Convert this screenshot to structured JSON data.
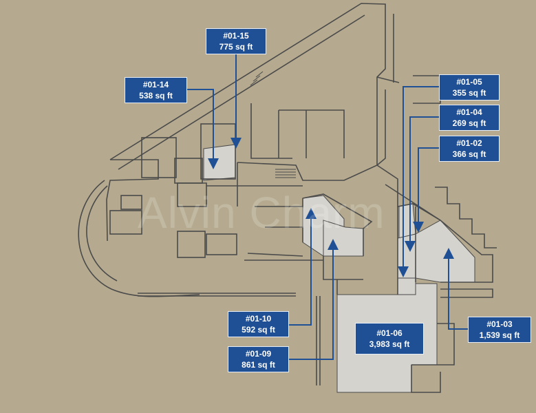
{
  "watermark": "Alvin Charm",
  "units": [
    {
      "id": "01-15",
      "unit": "#01-15",
      "area": "775 sq ft"
    },
    {
      "id": "01-14",
      "unit": "#01-14",
      "area": "538 sq ft"
    },
    {
      "id": "01-05",
      "unit": "#01-05",
      "area": "355 sq ft"
    },
    {
      "id": "01-04",
      "unit": "#01-04",
      "area": "269 sq ft"
    },
    {
      "id": "01-02",
      "unit": "#01-02",
      "area": "366 sq ft"
    },
    {
      "id": "01-10",
      "unit": "#01-10",
      "area": "592 sq ft"
    },
    {
      "id": "01-09",
      "unit": "#01-09",
      "area": "861 sq ft"
    },
    {
      "id": "01-06",
      "unit": "#01-06",
      "area": "3,983 sq ft"
    },
    {
      "id": "01-03",
      "unit": "#01-03",
      "area": "1,539 sq ft"
    }
  ],
  "colors": {
    "background": "#b5aa8f",
    "wall": "#4a4a4a",
    "unit_fill": "#d5d3cd",
    "label_fill": "#1f4f94",
    "label_text": "#ffffff",
    "leader": "#1f4f94"
  }
}
